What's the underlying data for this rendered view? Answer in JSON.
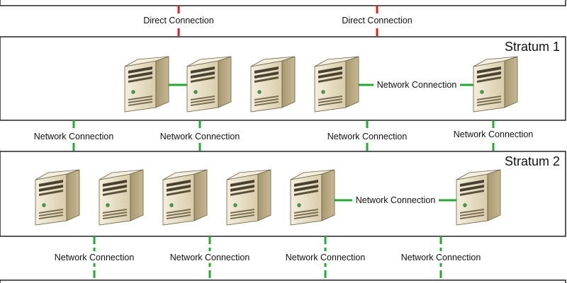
{
  "colors": {
    "direct_connection": "#e02020",
    "network_connection": "#22aa33",
    "server_front": "#e9e0c8",
    "server_side": "#b9a983",
    "server_top": "#f3ecda"
  },
  "icons": {
    "server": "server-tower-icon"
  },
  "top_connections": [
    {
      "label": "Direct Connection"
    },
    {
      "label": "Direct Connection"
    }
  ],
  "strata": [
    {
      "label": "Stratum 1",
      "internal_link": {
        "label": "Network Connection"
      }
    },
    {
      "label": "Stratum 2",
      "internal_link": {
        "label": "Network Connection"
      }
    }
  ],
  "between_1_2": [
    {
      "label": "Network Connection"
    },
    {
      "label": "Network Connection"
    },
    {
      "label": "Network Connection"
    },
    {
      "label": "Network Connection"
    }
  ],
  "below_2": [
    {
      "label": "Network Connection"
    },
    {
      "label": "Network Connection"
    },
    {
      "label": "Network Connection"
    },
    {
      "label": "Network Connection"
    }
  ]
}
